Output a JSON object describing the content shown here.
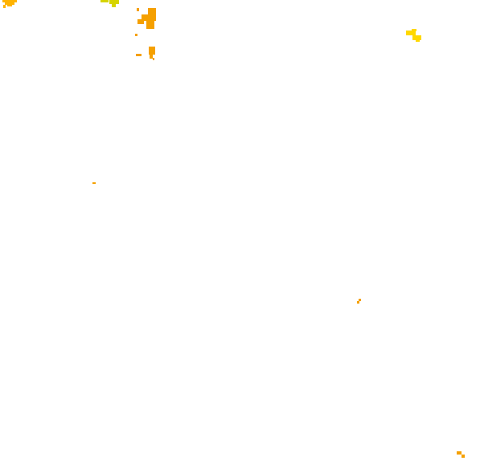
{
  "map": {
    "background_color": "#ffffff",
    "palette": {
      "orange": "#f5a000",
      "amber": "#ffb300",
      "yellow": "#ffd800",
      "yellow_green": "#d6d400"
    },
    "patch_colors": [
      "amber",
      "yellow_green",
      "orange",
      "orange",
      "yellow",
      "orange",
      "orange",
      "orange"
    ]
  }
}
